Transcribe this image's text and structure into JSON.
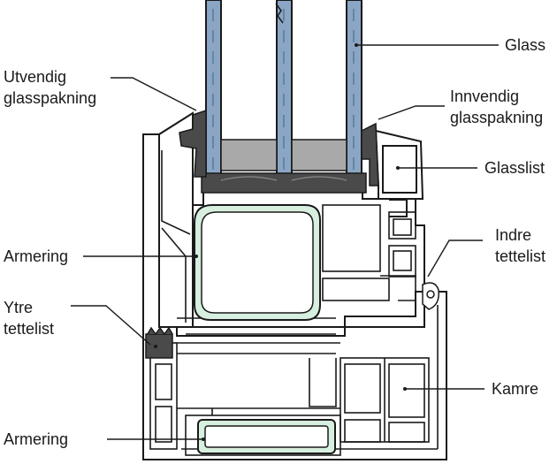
{
  "labels": {
    "glass": "Glass",
    "outer_glazing_gasket": [
      "Utvendig",
      "glasspakning"
    ],
    "inner_glazing_gasket": [
      "Innvendig",
      "glasspakning"
    ],
    "glazing_bead": "Glasslist",
    "reinforcement_upper": "Armering",
    "inner_seal": [
      "Indre",
      "tettelist"
    ],
    "outer_seal": [
      "Ytre",
      "tettelist"
    ],
    "chambers": "Kamre",
    "reinforcement_lower": "Armering"
  },
  "colors": {
    "glass_pane": "#8aa6c4",
    "glass_edge": "#4d6f92",
    "gasket": "#4a4a4a",
    "spacer": "#a9a9a9",
    "reinforcement": "#d6efdf",
    "profile_fill": "#ffffff",
    "stroke": "#1a1a1a"
  }
}
